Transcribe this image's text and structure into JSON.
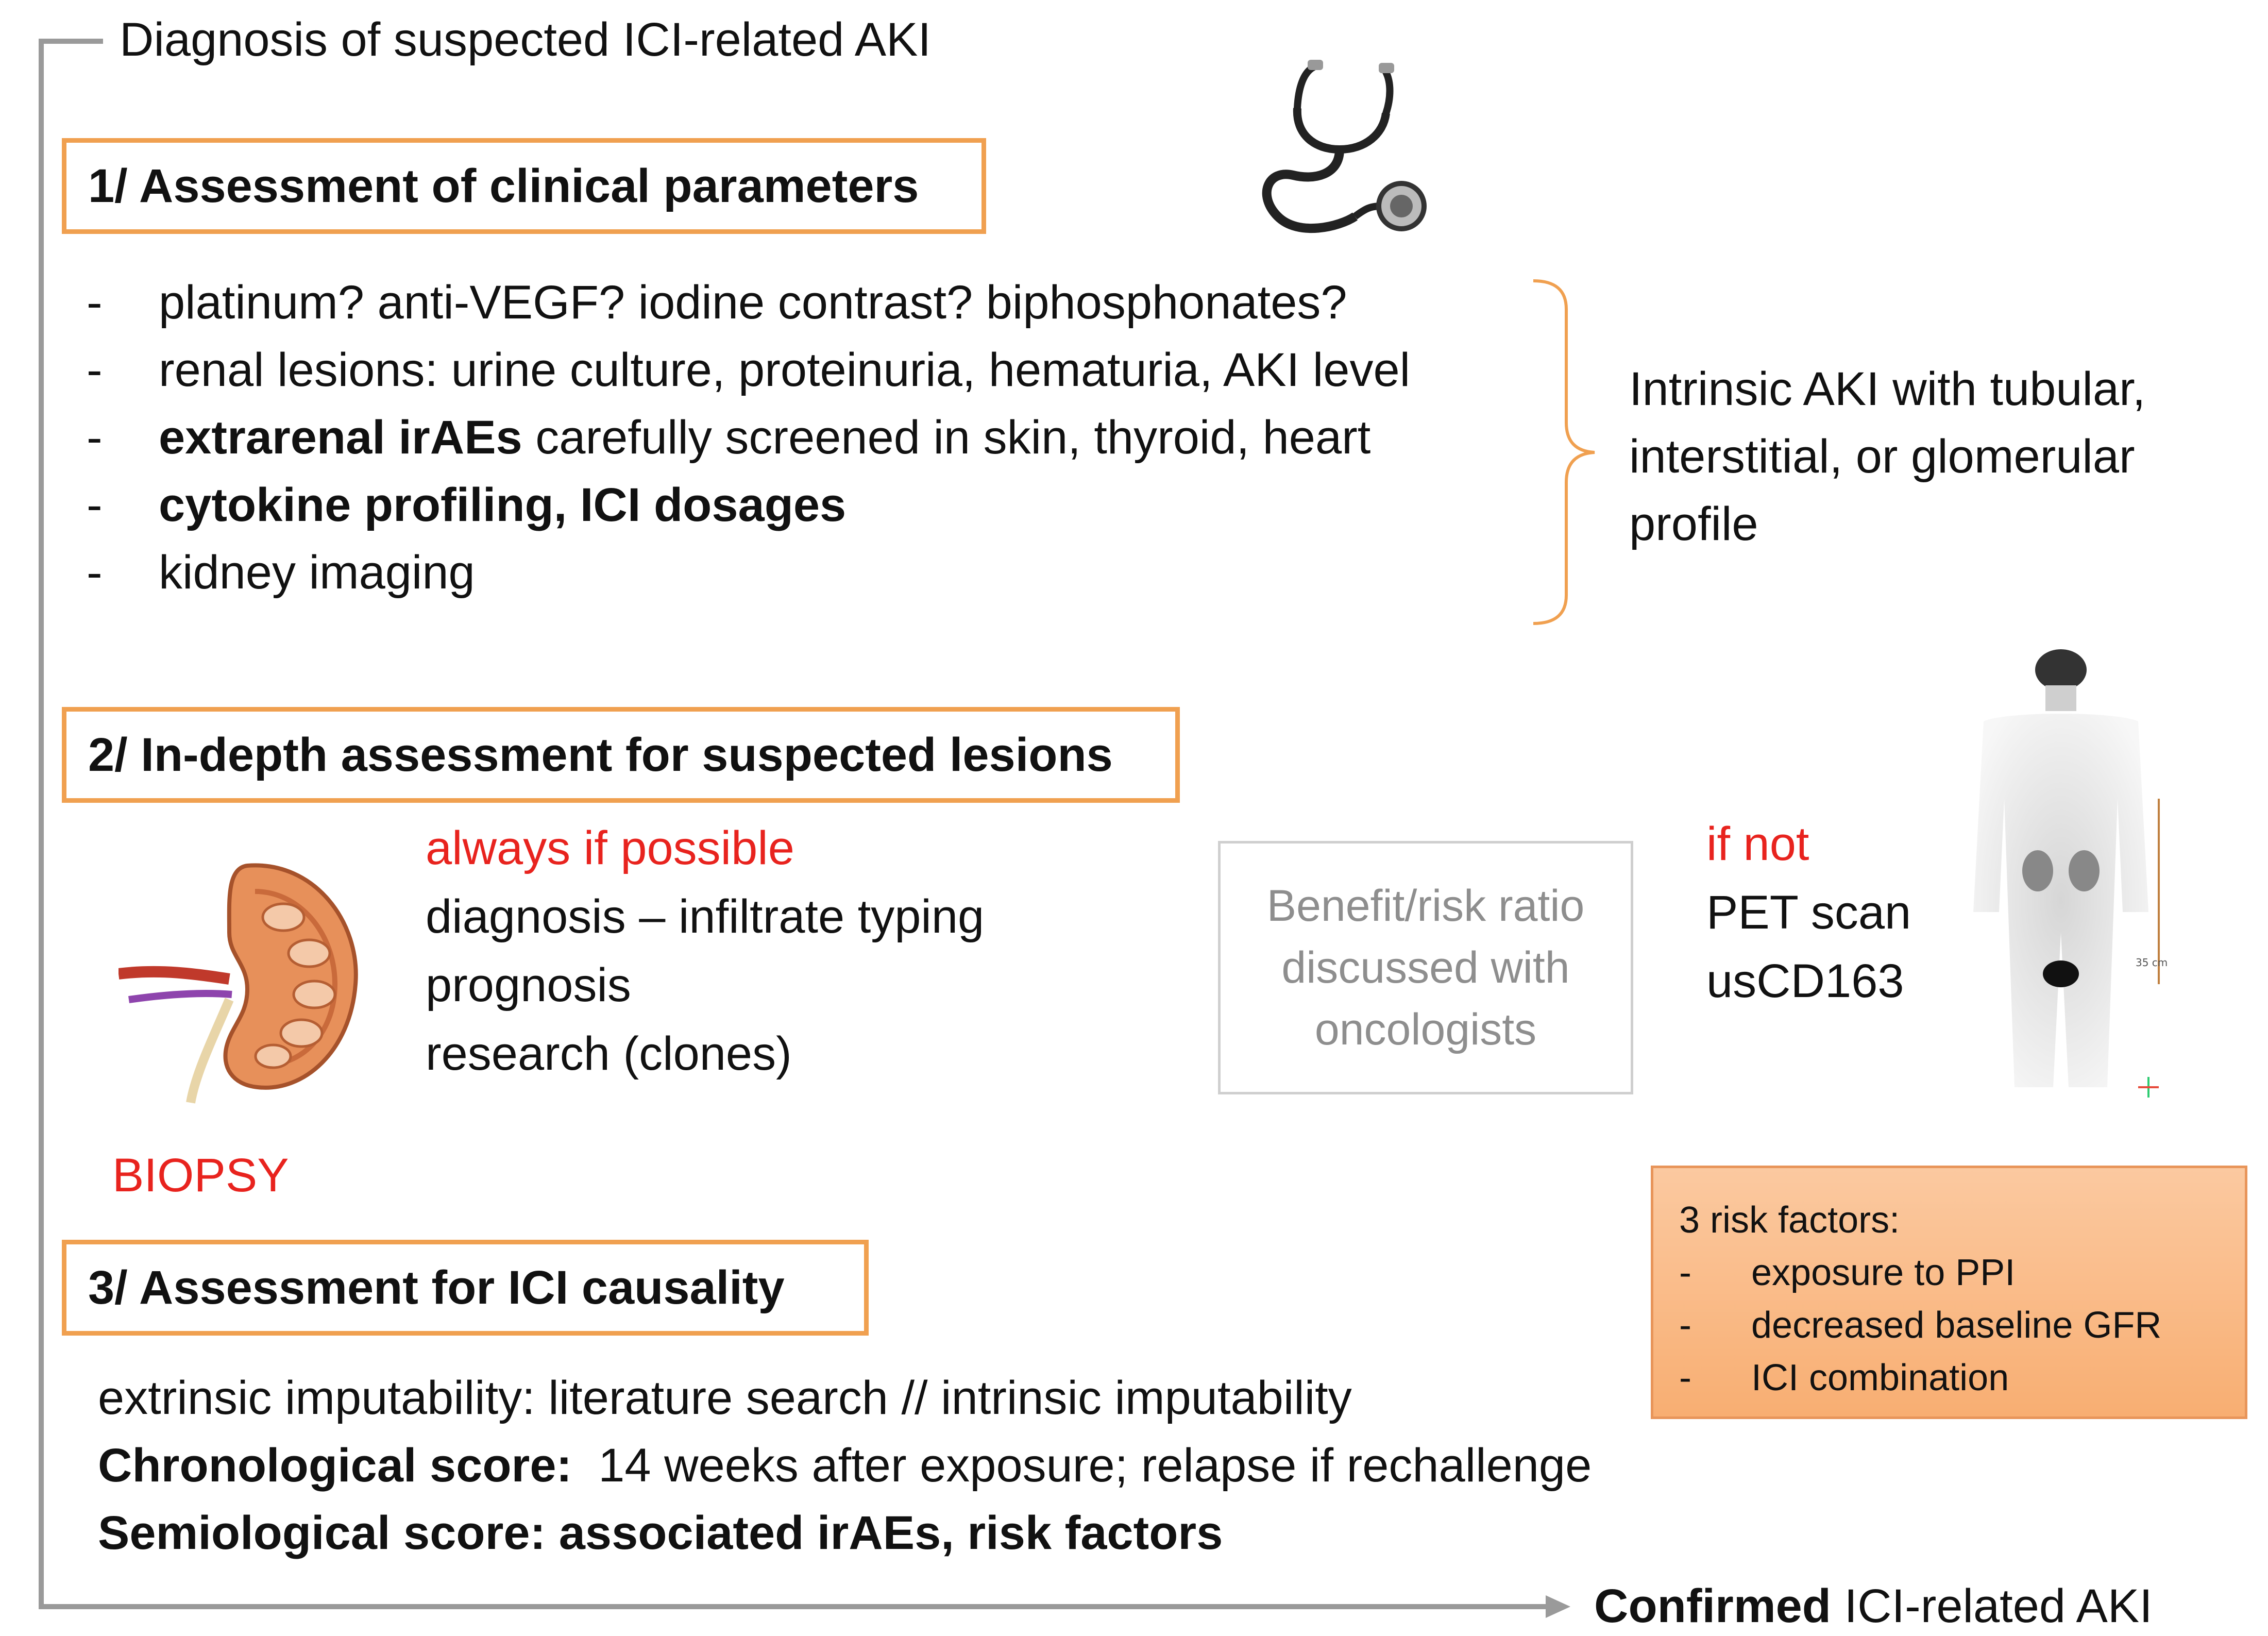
{
  "title": "Diagnosis of suspected ICI-related AKI",
  "step1": {
    "heading": "1/ Assessment of clinical parameters",
    "items": [
      {
        "bold": "",
        "rest": "platinum? anti-VEGF? iodine contrast? biphosphonates?"
      },
      {
        "bold": "",
        "rest": "renal lesions: urine culture, proteinuria, hematuria, AKI level"
      },
      {
        "bold": "extrarenal irAEs",
        "rest": " carefully screened in skin, thyroid, heart"
      },
      {
        "bold": "cytokine profiling, ICI dosages",
        "rest": ""
      },
      {
        "bold": "",
        "rest": "kidney imaging"
      }
    ],
    "bullet": "-",
    "conclusion": [
      "Intrinsic AKI with tubular,",
      "interstitial, or glomerular",
      "profile"
    ]
  },
  "step2": {
    "heading": "2/ In-depth assessment for suspected lesions",
    "biopsy_label": "BIOPSY",
    "always": "always if possible",
    "always_lines": [
      "diagnosis – infiltrate typing",
      "prognosis",
      "research (clones)"
    ],
    "benefit": "Benefit/risk ratio\ndiscussed with\noncologists",
    "if_not": "if not",
    "if_not_lines": [
      "PET scan",
      "usCD163"
    ],
    "pet_scale": "35 cm"
  },
  "risk_box": {
    "title": "3 risk factors:",
    "items": [
      "exposure to PPI",
      "decreased baseline GFR",
      "ICI combination"
    ]
  },
  "step3": {
    "heading": "3/ Assessment for ICI causality",
    "line1": "extrinsic imputability: literature search // intrinsic imputability",
    "line2_bold": "Chronological score:",
    "line2_rest": "  14 weeks after exposure; relapse if rechallenge",
    "line3_bold": "Semiological score: associated irAEs, risk factors"
  },
  "conclusion": {
    "bold": "Confirmed",
    "rest": " ICI-related AKI"
  },
  "colors": {
    "box_border": "#f0a050",
    "red": "#e8231e",
    "bracket": "#f0a050",
    "flow_line": "#9a9a9a"
  }
}
